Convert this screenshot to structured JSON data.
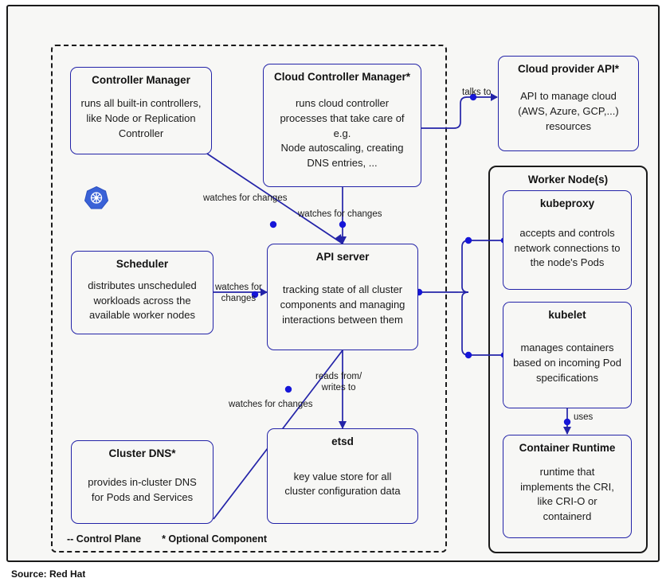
{
  "diagram": {
    "title": "Kubernetes cluster architecture",
    "accent_color": "#2323a8",
    "dot_color": "#1616d8",
    "surface_color": "#f7f7f5",
    "border_color": "#1a1a1a"
  },
  "control_plane": {
    "legend_label": "-- Control Plane",
    "optional_label": "* Optional Component",
    "logo_name": "kubernetes-logo"
  },
  "nodes": {
    "controller_manager": {
      "title": "Controller Manager",
      "body": "runs all built-in controllers,\nlike Node or Replication\nController"
    },
    "cloud_controller_manager": {
      "title": "Cloud Controller Manager*",
      "body": "runs cloud controller\nprocesses that take care of\ne.g.\nNode autoscaling, creating\nDNS entries, ..."
    },
    "cloud_provider_api": {
      "title": "Cloud provider API*",
      "body": "API to manage cloud\n(AWS, Azure, GCP,...)\nresources"
    },
    "scheduler": {
      "title": "Scheduler",
      "body": "distributes unscheduled\nworkloads across the\navailable worker nodes"
    },
    "api_server": {
      "title": "API server",
      "body": "tracking state of all cluster\ncomponents and managing\ninteractions between them"
    },
    "cluster_dns": {
      "title": "Cluster DNS*",
      "body": "provides in-cluster DNS\nfor Pods and Services"
    },
    "etcd": {
      "title": "etsd",
      "body": "key value store for all\ncluster configuration data"
    },
    "worker_node_group": {
      "title": "Worker Node(s)"
    },
    "kubeproxy": {
      "title": "kubeproxy",
      "body": "accepts and controls\nnetwork connections to\nthe node's Pods"
    },
    "kubelet": {
      "title": "kubelet",
      "body": "manages containers\nbased on incoming Pod\nspecifications"
    },
    "container_runtime": {
      "title": "Container Runtime",
      "body": "runtime that\nimplements the CRI,\nlike CRI-O or\ncontainerd"
    }
  },
  "edges": {
    "talks_to": "talks to",
    "watches_for_changes_ccm": "watches for changes",
    "watches_for_changes_cm": "watches for changes",
    "watches_for_changes_scheduler": "watches for\nchanges",
    "watches_for_changes_dns": "watches for changes",
    "reads_writes": "reads from/\nwrites to",
    "uses": "uses"
  },
  "footer": {
    "source": "Source: Red Hat"
  }
}
